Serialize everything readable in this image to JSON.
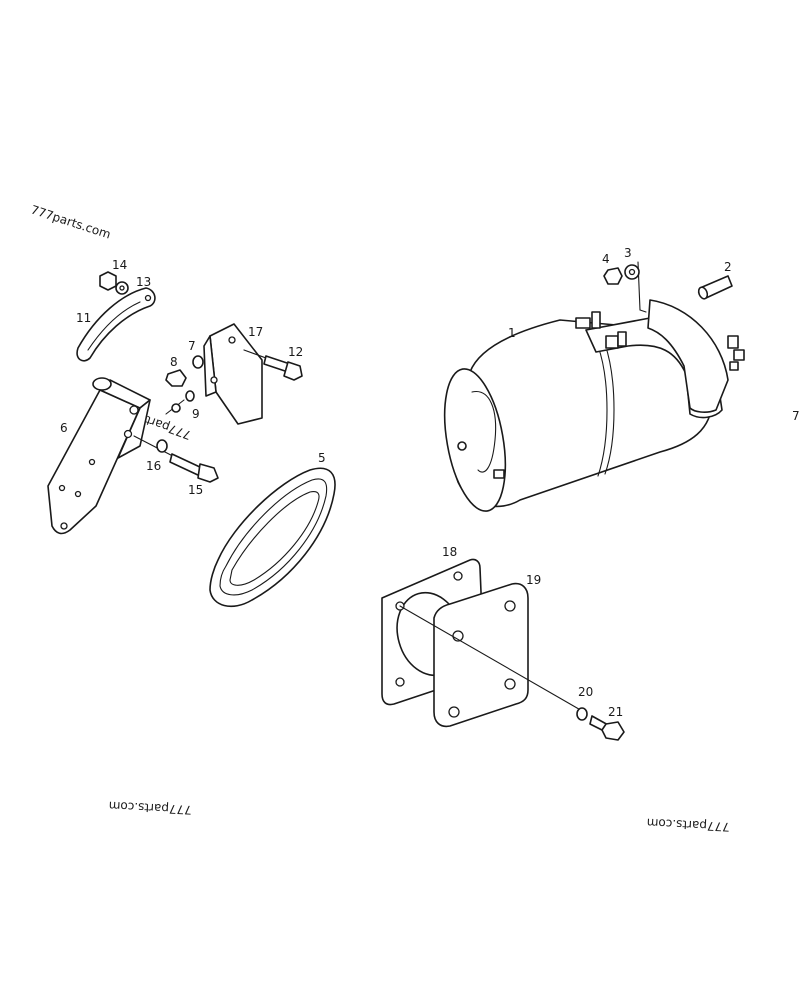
{
  "watermarks": [
    "777parts.com",
    "777parts.com",
    "777parts.com",
    "777parts.com"
  ],
  "callouts": {
    "c1": "1",
    "c2": "2",
    "c3": "3",
    "c4": "4",
    "c5": "5",
    "c6": "6",
    "c7": "7",
    "c8": "8",
    "c9": "9",
    "c11": "11",
    "c12": "12",
    "c13": "13",
    "c14": "14",
    "c15": "15",
    "c16": "16",
    "c17": "17",
    "c18": "18",
    "c19": "19",
    "c20": "20",
    "c21": "21",
    "edge": "7"
  },
  "colors": {
    "ink": "#1a1a1a",
    "paper": "#ffffff"
  }
}
